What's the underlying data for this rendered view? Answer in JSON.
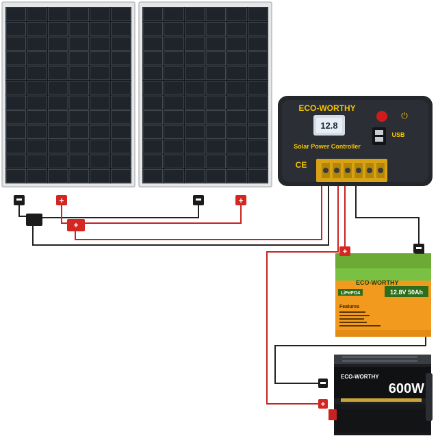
{
  "controller": {
    "brand": "ECO-WORTHY",
    "display": "12.8",
    "label": "Solar Power Controller",
    "ce_mark": "CE",
    "usb_label": "USB"
  },
  "battery": {
    "brand": "ECO-WORTHY",
    "chemistry": "LiFePO4",
    "rating": "12.8V 50Ah",
    "features_title": "Features"
  },
  "inverter": {
    "brand": "ECO-WORTHY",
    "power": "600W"
  },
  "connector_symbol": "+",
  "colors": {
    "panel_frame": "#e4e6e8",
    "panel_cell": "#1f242b",
    "controller_body": "#23262b",
    "controller_accent": "#f5c400",
    "battery_green": "#7ac143",
    "battery_orange": "#f29a1d",
    "inverter_body": "#1d1f22",
    "wire_red": "#c8221f",
    "wire_black": "#222222"
  }
}
